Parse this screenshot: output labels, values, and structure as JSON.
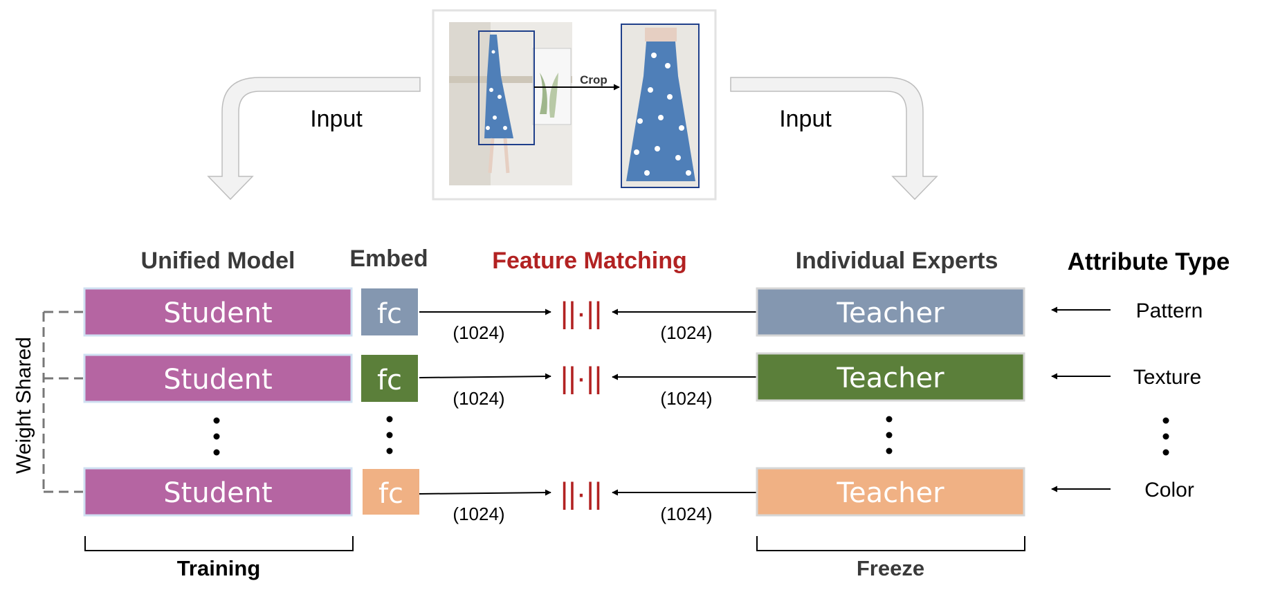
{
  "input_label_left": "Input",
  "input_label_right": "Input",
  "crop_label": "Crop",
  "headers": {
    "unified_model": "Unified Model",
    "embed": "Embed",
    "feature_matching": "Feature Matching",
    "individual_experts": "Individual Experts",
    "attribute_type": "Attribute Type"
  },
  "weight_shared_label": "Weight Shared",
  "rows": [
    {
      "student": "Student",
      "fc": "fc",
      "dim_left": "(1024)",
      "norm": "||·||",
      "dim_right": "(1024)",
      "teacher": "Teacher",
      "attribute": "Pattern",
      "fc_color": "#8497b0",
      "teacher_color": "#8497b0"
    },
    {
      "student": "Student",
      "fc": "fc",
      "dim_left": "(1024)",
      "norm": "||·||",
      "dim_right": "(1024)",
      "teacher": "Teacher",
      "attribute": "Texture",
      "fc_color": "#5b7f3a",
      "teacher_color": "#5b7f3a"
    },
    {
      "student": "Student",
      "fc": "fc",
      "dim_left": "(1024)",
      "norm": "||·||",
      "dim_right": "(1024)",
      "teacher": "Teacher",
      "attribute": "Color",
      "fc_color": "#f0b184",
      "teacher_color": "#f0b184"
    }
  ],
  "footer": {
    "training": "Training",
    "freeze": "Freeze"
  },
  "colors": {
    "student": "#b565a2",
    "feature_matching": "#b22222",
    "header": "#3a3a3a",
    "photo_frame": "#1f3f8a",
    "dress": "#4f7fb8"
  }
}
